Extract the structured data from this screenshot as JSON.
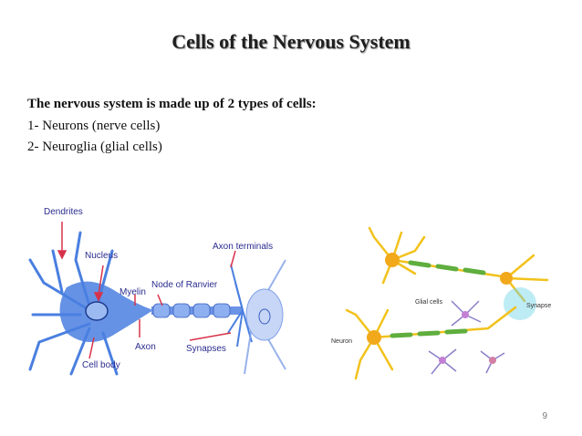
{
  "slide": {
    "title": "Cells of the Nervous System",
    "intro": "The nervous system is made up of 2 types of cells:",
    "items": [
      "1- Neurons (nerve cells)",
      "2- Neuroglia (glial cells)"
    ],
    "page_number": "9"
  },
  "neuron_diagram": {
    "labels": {
      "dendrites": "Dendrites",
      "nucleus": "Nucleus",
      "myelin": "Myelin",
      "node_of_ranvier": "Node of Ranvier",
      "axon_terminals": "Axon terminals",
      "axon": "Axon",
      "synapses": "Synapses",
      "cell_body": "Cell body"
    }
  },
  "glia_diagram": {
    "labels": {
      "glial_cells": "Glial cells",
      "synapse": "Synapse",
      "neuron": "Neuron"
    }
  },
  "colors": {
    "neuron_blue": "#4a7fe0",
    "label_blue": "#2b2b8f",
    "arrow_red": "#d8324a",
    "neuron_yellow": "#f2c21b",
    "glial_purple": "#8b7fc8"
  }
}
